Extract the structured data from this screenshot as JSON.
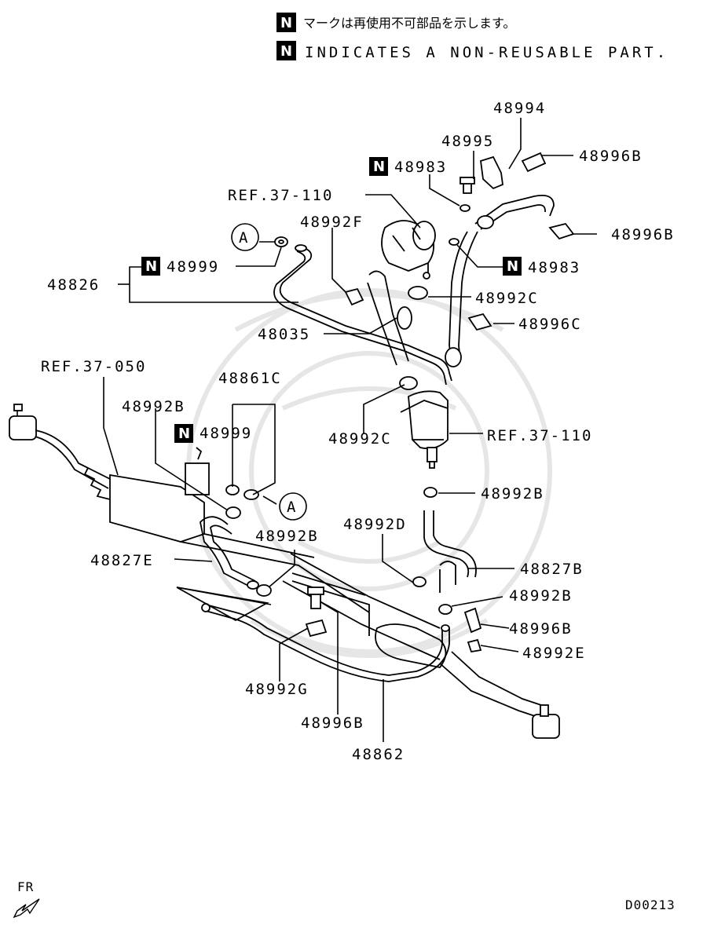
{
  "notes": {
    "badge": "N",
    "jp": "マークは再使用不可部品を示します。",
    "en": "INDICATES A NON-REUSABLE PART."
  },
  "labels": {
    "p48994": "48994",
    "p48995": "48995",
    "p48996B_top": "48996B",
    "p48983_top": "48983",
    "ref37_110_top": "REF.37-110",
    "p48992F": "48992F",
    "p48996B_mid": "48996B",
    "circleA": "A",
    "p48999_top": "48999",
    "p48983_mid": "48983",
    "p48826": "48826",
    "p48992C_upper": "48992C",
    "p48996C": "48996C",
    "p48035": "48035",
    "ref37_050": "REF.37-050",
    "p48861C": "48861C",
    "p48992B_left": "48992B",
    "p48999_mid": "48999",
    "p48992C_lower": "48992C",
    "ref37_110_mid": "REF.37-110",
    "circleA2": "A",
    "p48992B_right1": "48992B",
    "p48992D": "48992D",
    "p48992B_center": "48992B",
    "p48827E": "48827E",
    "p48827B": "48827B",
    "p48992B_right2": "48992B",
    "p48996B_right": "48996B",
    "p48992E": "48992E",
    "p48992G": "48992G",
    "p48996B_bottom": "48996B",
    "p48862": "48862"
  },
  "footer": {
    "direction": "FR",
    "code": "D00213"
  }
}
